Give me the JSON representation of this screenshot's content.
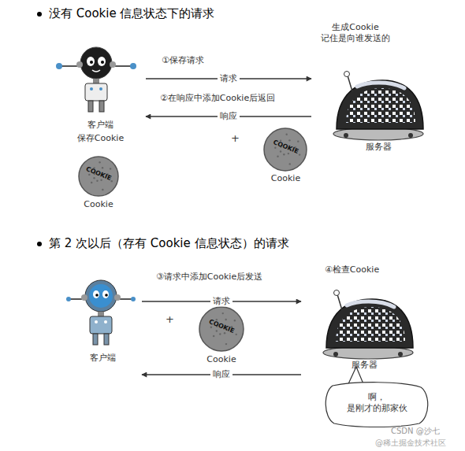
{
  "diagram": {
    "nodes": [
      {
        "text": [
          "客户端",
          "保存Cookie"
        ]
      },
      {
        "text": [
          "生成Cookie 记住是向谁发送的",
          "服务器"
        ]
      },
      {
        "text": [
          "COOKIE",
          "Cookie"
        ]
      },
      {
        "text": [
          "COOKIE",
          "Cookie"
        ]
      },
      {
        "text": [
          "客户端"
        ]
      },
      {
        "text": [
          "COOKIE",
          "Cookie"
        ]
      },
      {
        "text": [
          "服务器"
        ]
      },
      {
        "text": [
          "啊，是刚才的那家伙"
        ]
      }
    ],
    "edges": [
      {
        "from": 0,
        "to": 1,
        "label": "请求",
        "arrow": "to"
      },
      {
        "from": 1,
        "to": 0,
        "label": "响应",
        "arrow": "to"
      },
      {
        "from": 4,
        "to": 6,
        "label": "请求",
        "arrow": "to"
      },
      {
        "from": 6,
        "to": 4,
        "label": "响应",
        "arrow": "to"
      }
    ],
    "labels": [
      "没有 Cookie 信息状态下的请求",
      "①保存请求",
      "②在响应中添加Cookie后返回",
      "+",
      "第 2 次以后（存有 Cookie 信息状态）的请求",
      "③请求中添加Cookie后发送",
      "④检查Cookie",
      "+",
      "CSDN @沙七",
      "@稀土掘金技术社区"
    ]
  }
}
